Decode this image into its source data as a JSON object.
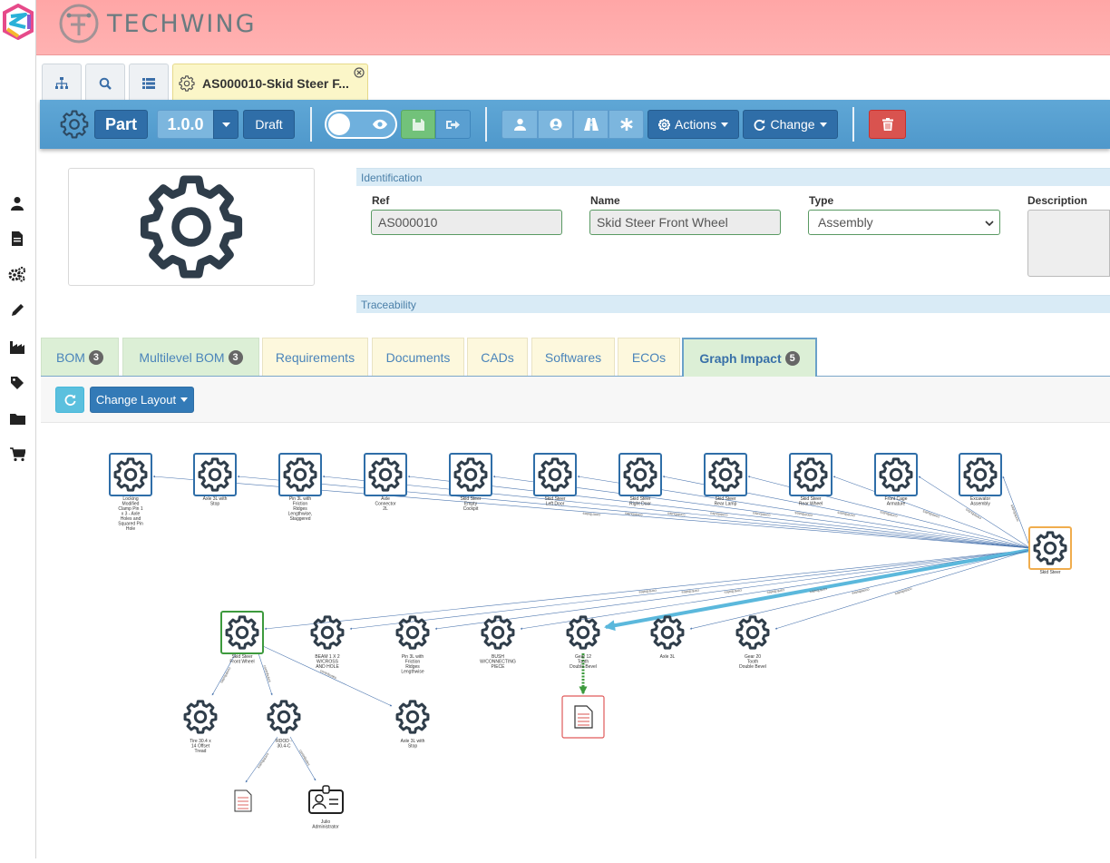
{
  "brand": {
    "name": "TECHWING"
  },
  "sidebar": {
    "items": [
      {
        "icon": "user-icon"
      },
      {
        "icon": "document-icon"
      },
      {
        "icon": "gears-icon"
      },
      {
        "icon": "pencil-icon"
      },
      {
        "icon": "factory-icon"
      },
      {
        "icon": "tag-icon"
      },
      {
        "icon": "folder-icon"
      },
      {
        "icon": "cart-icon"
      }
    ]
  },
  "top_tabs": {
    "active_label": "AS000010-Skid Steer F..."
  },
  "toolbar": {
    "type_label": "Part",
    "version": "1.0.0",
    "status": "Draft",
    "actions_label": "Actions",
    "change_label": "Change"
  },
  "identification": {
    "section_label": "Identification",
    "ref_label": "Ref",
    "ref_value": "AS000010",
    "name_label": "Name",
    "name_value": "Skid Steer Front Wheel",
    "type_label": "Type",
    "type_value": "Assembly",
    "description_label": "Description"
  },
  "traceability": {
    "section_label": "Traceability"
  },
  "tabs": [
    {
      "label": "BOM",
      "badge": "3"
    },
    {
      "label": "Multilevel BOM",
      "badge": "3"
    },
    {
      "label": "Requirements"
    },
    {
      "label": "Documents"
    },
    {
      "label": "CADs"
    },
    {
      "label": "Softwares"
    },
    {
      "label": "ECOs"
    },
    {
      "label": "Graph Impact",
      "badge": "5"
    }
  ],
  "graph_toolbar": {
    "change_layout_label": "Change Layout"
  },
  "graph": {
    "edge_label": "contributes",
    "top_nodes": [
      [
        "Locking",
        "Modified",
        "Clamp Pin 1",
        "x 3 - Axle",
        "Holes and",
        "Squared Pin",
        "Hole"
      ],
      [
        "Axle 3L with",
        "Stop"
      ],
      [
        "Pin 3L with",
        "Friction",
        "Ridges",
        "Lengthwise,",
        "Staggered"
      ],
      [
        "Axle",
        "Connector",
        "2L"
      ],
      [
        "Skid Steer",
        "Empty",
        "Cockpit"
      ],
      [
        "Skid Steer",
        "Left Door"
      ],
      [
        "Skid Steer",
        "Right Door"
      ],
      [
        "Skid Steer",
        "Rear Lamp"
      ],
      [
        "Skid Steer",
        "Rear Wheel"
      ],
      [
        "Front Cage",
        "Armature"
      ],
      [
        "Excavator",
        "Assembly"
      ]
    ],
    "root_node": [
      "Skid Steer"
    ],
    "mid_nodes": [
      [
        "Skid Steer",
        "Front Wheel"
      ],
      [
        "BEAM 1 X 2",
        "W/CROSS",
        "AND HOLE"
      ],
      [
        "Pin 3L with",
        "Friction",
        "Ridges",
        "Lengthwise"
      ],
      [
        "BUSH",
        "W/CONNECTING",
        "PIECE"
      ],
      [
        "Gear 12",
        "Tooth",
        "Double Bevel"
      ],
      [
        "Axle 3L"
      ],
      [
        "Gear 20",
        "Tooth",
        "Double Bevel"
      ]
    ],
    "low_nodes": [
      [
        "Tire 30.4 x",
        "14 Offset",
        "Tread"
      ],
      [
        "RDOD -",
        "30.4-C"
      ],
      [
        "Axle 3L with",
        "Stop"
      ]
    ],
    "user_node": [
      "Julio",
      "Administrator"
    ]
  }
}
